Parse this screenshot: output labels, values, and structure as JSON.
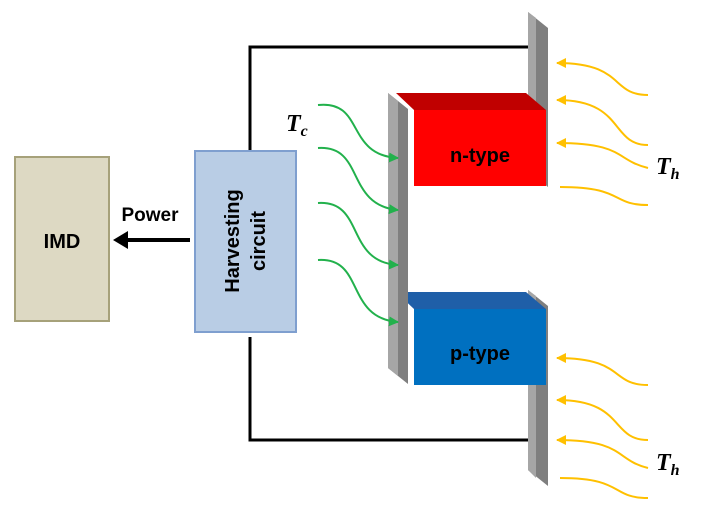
{
  "labels": {
    "imd": "IMD",
    "power": "Power",
    "harvesting_line1": "Harvesting",
    "harvesting_line2": "circuit",
    "n_type": "n-type",
    "p_type": "p-type",
    "t_cold": "T",
    "t_cold_sub": "c",
    "t_hot_top": "T",
    "t_hot_top_sub": "h",
    "t_hot_bottom": "T",
    "t_hot_bottom_sub": "h"
  },
  "colors": {
    "imd_fill": "#ddd9c3",
    "imd_border": "#a6a17a",
    "harvest_fill": "#b9cde5",
    "harvest_border": "#7f9fcf",
    "n_type_front": "#ff0000",
    "n_type_top": "#c00000",
    "p_type_front": "#0070c0",
    "p_type_top": "#1f5fa8",
    "plate": "#a6a6a6",
    "plate_shade": "#7f7f7f",
    "cold_arrows": "#22b14c",
    "hot_arrows": "#ffc000",
    "wire": "#000000"
  },
  "icons": {
    "power_arrow": "left-arrow-icon"
  }
}
